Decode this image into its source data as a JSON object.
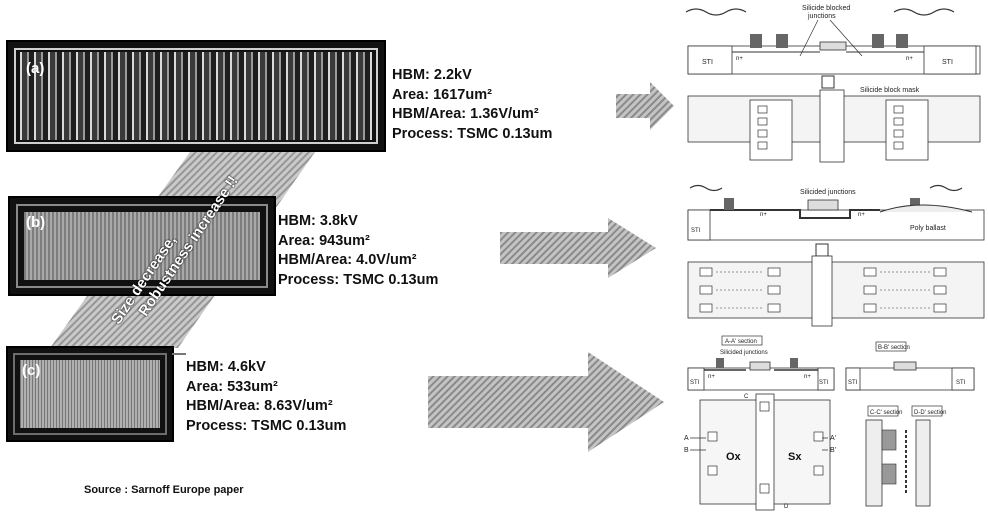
{
  "devices": [
    {
      "label": "(a)",
      "specs": [
        "HBM: 2.2kV",
        "Area: 1617um²",
        "HBM/Area: 1.36V/um²",
        "Process: TSMC 0.13um"
      ]
    },
    {
      "label": "(b)",
      "specs": [
        "HBM: 3.8kV",
        "Area: 943um²",
        "HBM/Area: 4.0V/um²",
        "Process: TSMC 0.13um"
      ]
    },
    {
      "label": "(c)",
      "specs": [
        "HBM: 4.6kV",
        "Area: 533um²",
        "HBM/Area: 8.63V/um²",
        "Process: TSMC 0.13um"
      ]
    }
  ],
  "trend": {
    "line1": "Size decrease,",
    "line2": "Robustness increase !!"
  },
  "source": "Source : Sarnoff Europe paper",
  "sketch_a": {
    "title_line1": "Silicide blocked",
    "title_line2": "junctions",
    "mask": "Silicide block mask",
    "sti": "STI",
    "n_plus": "n+"
  },
  "sketch_b": {
    "title": "Silicided junctions",
    "poly": "Poly ballast",
    "sti": "STI",
    "n_plus": "n+"
  },
  "sketch_c": {
    "aa_section": "A-A' section",
    "sil_junctions": "Silicided junctions",
    "bb_section": "B-B' section",
    "cc_section": "C-C' section",
    "dd_section": "D-D' section",
    "ox": "Ox",
    "sx": "Sx",
    "a": "A",
    "a2": "A'",
    "b": "B",
    "b2": "B'",
    "c": "C",
    "d": "D",
    "sti": "STI",
    "n_plus": "n+"
  }
}
